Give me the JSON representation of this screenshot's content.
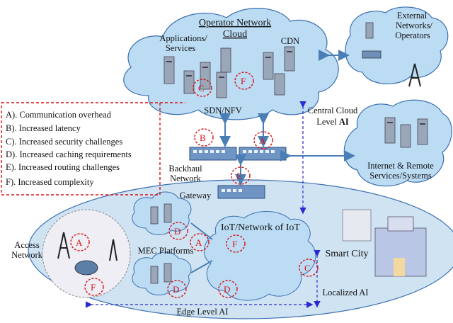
{
  "labels": {
    "operator_cloud_line1": "Operator Network",
    "operator_cloud_line2": "Cloud",
    "applications_line1": "Applications/",
    "applications_line2": "Services",
    "cdn": "CDN",
    "sdn_nfv": "SDN/NFV",
    "external_line1": "External",
    "external_line2": "Networks/",
    "external_line3": "Operators",
    "central_cloud_line1": "Central Cloud",
    "central_cloud_line2_prefix": "Level ",
    "central_cloud_line2_bold": "AI",
    "internet_line1": "Internet & Remote",
    "internet_line2": "Services/Systems",
    "backhaul_line1": "Backhaul",
    "backhaul_line2": "Network",
    "gateway": "Gateway",
    "access_line1": "Access",
    "access_line2": "Network",
    "mec_platforms": "MEC Platforms",
    "iot": "IoT/Network of IoT",
    "smart_city": "Smart City",
    "localized_ai": "Localized AI",
    "edge_ai": "Edge Level AI"
  },
  "legend": [
    "A). Communication overhead",
    "B). Increased latency",
    "C). Increased security challenges",
    "D). Increased caching requirements",
    "E). Increased routing challenges",
    "F). Increased complexity"
  ],
  "markers": {
    "a": "A",
    "b": "B",
    "c": "C",
    "d": "D",
    "e": "E",
    "f": "F"
  },
  "colors": {
    "cloud_fill": "#bcdcf4",
    "cloud_stroke": "#3b6fb0",
    "ellipse_fill": "#cfe3f3",
    "arrow": "#4a7fb5",
    "dashed_arrow": "#2a2ad0",
    "marker": "#d41414"
  }
}
